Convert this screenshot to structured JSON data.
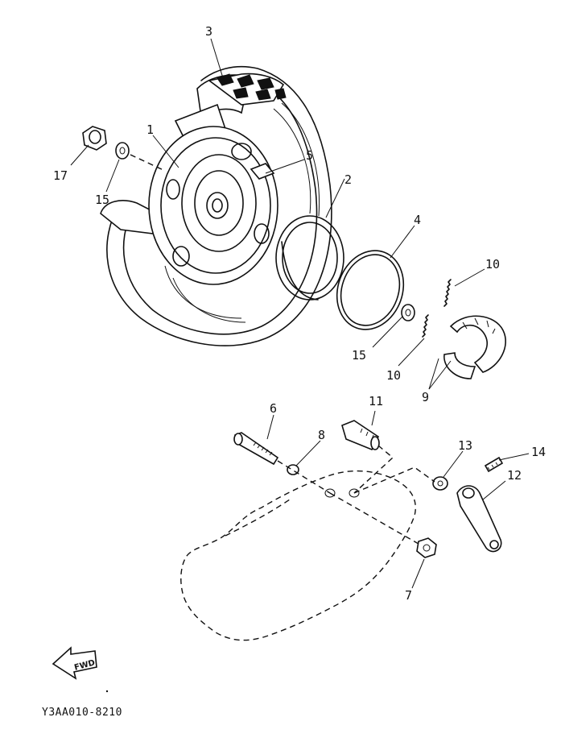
{
  "callouts": [
    "1",
    "2",
    "3",
    "4",
    "5",
    "6",
    "7",
    "8",
    "9",
    "10",
    "10",
    "11",
    "12",
    "13",
    "14",
    "15",
    "15",
    "17"
  ],
  "fwd_badge": "FWD",
  "drawing_code": "Y3AA010-8210"
}
